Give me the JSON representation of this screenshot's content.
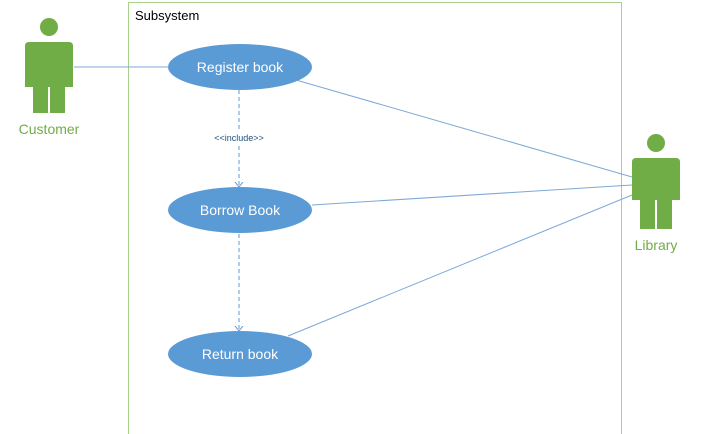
{
  "diagram": {
    "type": "uml-use-case",
    "subsystem": {
      "title": "Subsystem"
    },
    "actors": {
      "customer": {
        "label": "Customer",
        "icon": "actor-person-icon"
      },
      "library": {
        "label": "Library",
        "icon": "actor-person-icon"
      }
    },
    "use_cases": {
      "register": {
        "label": "Register book"
      },
      "borrow": {
        "label": "Borrow Book"
      },
      "return": {
        "label": "Return book"
      }
    },
    "relations": {
      "include_label": "<<include>>",
      "associations": [
        [
          "Customer",
          "Register book"
        ],
        [
          "Library",
          "Register book"
        ],
        [
          "Library",
          "Borrow Book"
        ],
        [
          "Library",
          "Return book"
        ]
      ],
      "dependencies": [
        [
          "Register book",
          "Borrow Book",
          "<<include>>"
        ],
        [
          "Borrow Book",
          "Return book",
          ""
        ]
      ]
    },
    "colors": {
      "actor": "#70AD47",
      "actor_label": "#70AD47",
      "use_case_fill": "#5B9BD5",
      "use_case_text": "#FFFFFF",
      "association_line": "#7FA8D8",
      "boundary": "#A9D18E",
      "dependency_line": "#5B9BD5",
      "stereotype_text": "#1F4E79"
    }
  }
}
